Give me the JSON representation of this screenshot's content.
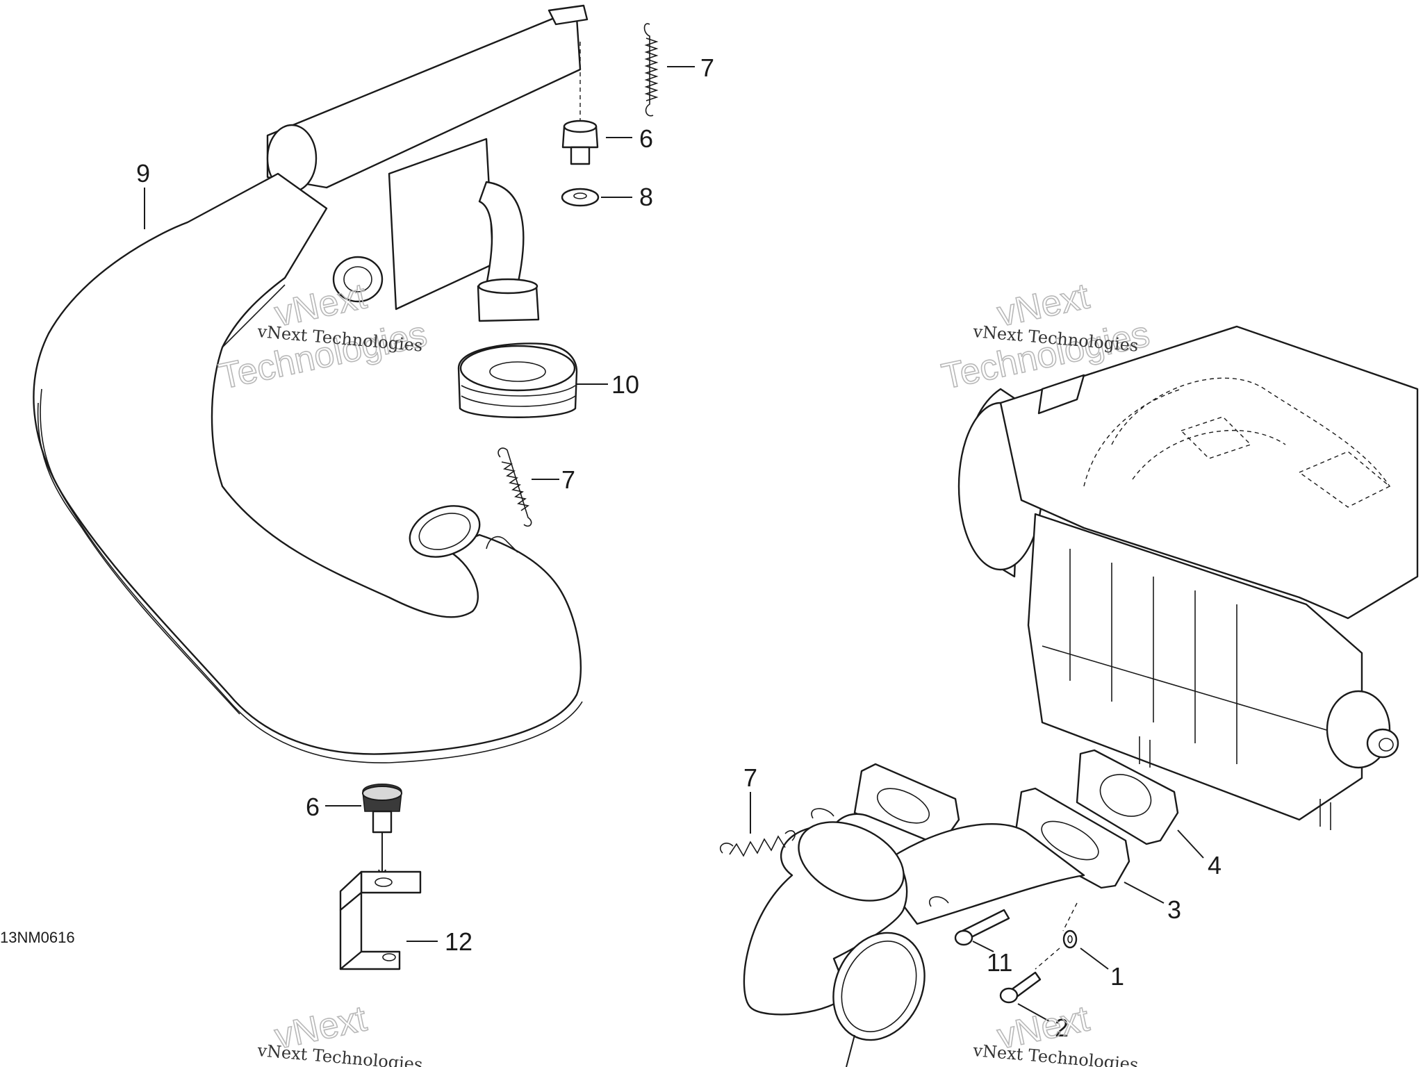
{
  "diagram": {
    "reference_code": "13NM0616",
    "callouts": [
      {
        "id": "c7a",
        "label": "7"
      },
      {
        "id": "c6a",
        "label": "6"
      },
      {
        "id": "c8",
        "label": "8"
      },
      {
        "id": "c9",
        "label": "9"
      },
      {
        "id": "c10",
        "label": "10"
      },
      {
        "id": "c7b",
        "label": "7"
      },
      {
        "id": "c6b",
        "label": "6"
      },
      {
        "id": "c12",
        "label": "12"
      },
      {
        "id": "c7c",
        "label": "7"
      },
      {
        "id": "c4",
        "label": "4"
      },
      {
        "id": "c3",
        "label": "3"
      },
      {
        "id": "c11",
        "label": "11"
      },
      {
        "id": "c1",
        "label": "1"
      },
      {
        "id": "c2",
        "label": "2"
      }
    ],
    "watermark": {
      "brand_line": "vNext Technologies",
      "big_line_1": "vNext",
      "big_line_2": "Technologies"
    }
  }
}
